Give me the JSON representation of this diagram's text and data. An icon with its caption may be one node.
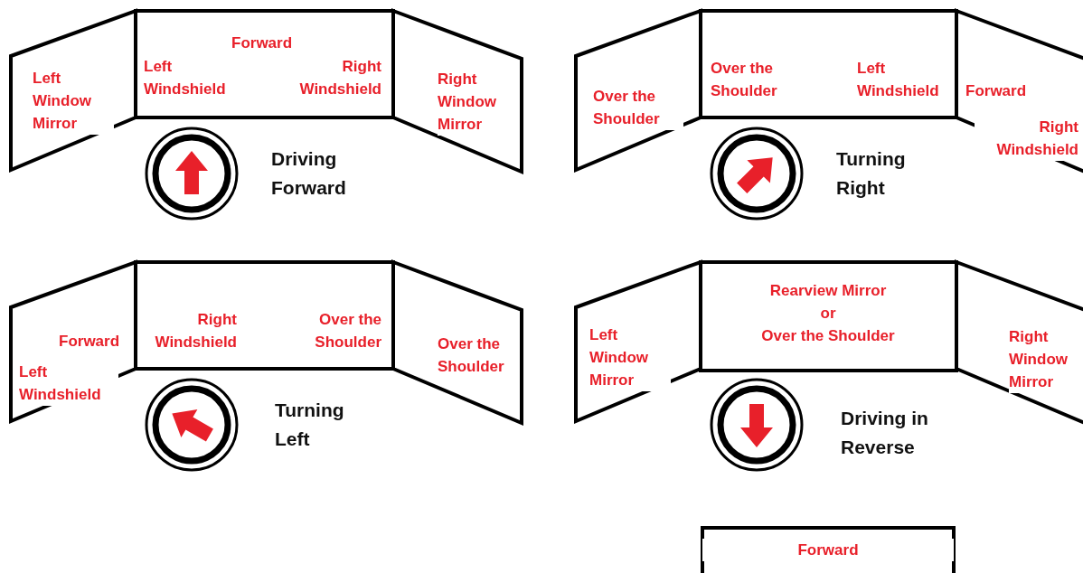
{
  "diagram": {
    "nodes": [
      {
        "text": [
          "Left Window Mirror"
        ]
      },
      {
        "text": [
          "Forward",
          "Left Windshield",
          "Right Windshield"
        ]
      },
      {
        "text": [
          "Right Window Mirror"
        ]
      },
      {
        "text": [
          "Over the Shoulder"
        ]
      },
      {
        "text": [
          "Over the Shoulder",
          "Left Windshield"
        ]
      },
      {
        "text": [
          "Forward",
          "Right Windshield"
        ]
      },
      {
        "text": [
          "Forward",
          "Left Windshield"
        ]
      },
      {
        "text": [
          "Right Windshield",
          "Over the Shoulder"
        ]
      },
      {
        "text": [
          "Over the Shoulder"
        ]
      },
      {
        "text": [
          "Left Window Mirror"
        ]
      },
      {
        "text": [
          "Rearview Mirror or Over the Shoulder"
        ]
      },
      {
        "text": [
          "Right Window Mirror"
        ]
      },
      {
        "text": [
          "Forward"
        ]
      }
    ],
    "edges": [],
    "labels": [
      "Driving Forward",
      "Turning Right",
      "Turning Left",
      "Driving in Reverse"
    ]
  }
}
